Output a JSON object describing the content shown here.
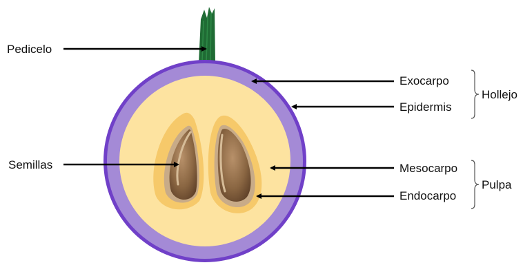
{
  "labels": {
    "pedicelo": "Pedicelo",
    "semillas": "Semillas",
    "exocarpo": "Exocarpo",
    "epidermis": "Epidermis",
    "mesocarpo": "Mesocarpo",
    "endocarpo": "Endocarpo",
    "hollejo": "Hollejo",
    "pulpa": "Pulpa"
  },
  "colors": {
    "epidermis": "#7040c8",
    "exocarpo": "#a48ad6",
    "mesocarpo": "#fde3a0",
    "endocarpo": "#f6c96a",
    "seed_light": "#c8ab88",
    "seed_mid": "#9c7a55",
    "seed_dark": "#6a4a2c",
    "pedicelo": "#1f6b34",
    "arrow": "#000000"
  }
}
